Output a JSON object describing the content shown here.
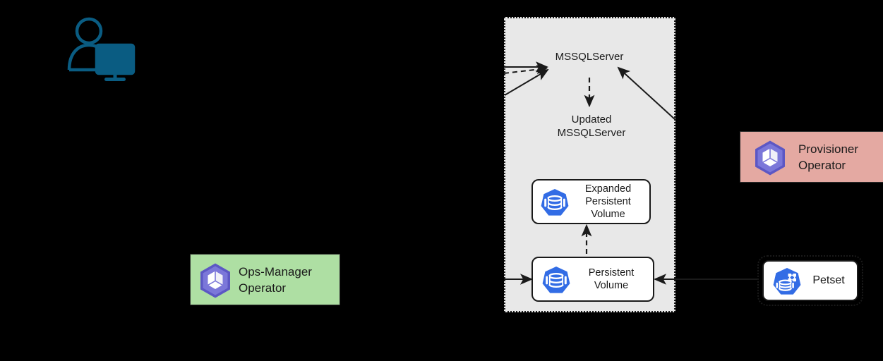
{
  "diagram": {
    "background_color": "#000000",
    "zone": {
      "name": "kubernetes-cluster-zone",
      "fill": "#E8E8E8",
      "border": "#1A1A1A"
    },
    "actor": {
      "icon": "user-at-computer-icon",
      "color": "#0A5C82"
    },
    "labels": [
      {
        "id": "mssqlserver",
        "text": "MSSQLServer"
      },
      {
        "id": "updated-mssqlserver",
        "text": "Updated\nMSSQLServer"
      }
    ],
    "nodes": [
      {
        "id": "expanded-persistent-volume",
        "text": "Expanded\nPersistent\nVolume",
        "icon": "kubernetes-persistent-volume-icon",
        "icon_color": "#326CE5",
        "fill": "#FFFFFF",
        "border": "#1A1A1A"
      },
      {
        "id": "persistent-volume",
        "text": "Persistent\nVolume",
        "icon": "kubernetes-persistent-volume-icon",
        "icon_color": "#326CE5",
        "fill": "#FFFFFF",
        "border": "#1A1A1A"
      },
      {
        "id": "petset",
        "text": "Petset",
        "icon": "kubernetes-statefulset-icon",
        "icon_color": "#326CE5",
        "fill": "#FFFFFF",
        "border": "#1A1A1A"
      }
    ],
    "operators": [
      {
        "id": "ops-manager-operator",
        "text": "Ops-Manager\nOperator",
        "icon": "kubernetes-operator-icon",
        "icon_color": "#7B77D9",
        "fill": "#AEDFA3",
        "border": "#2E2E2E"
      },
      {
        "id": "provisioner-operator",
        "text": "Provisioner\nOperator",
        "icon": "kubernetes-operator-icon",
        "icon_color": "#7B77D9",
        "fill": "#E4A9A2",
        "border": "#2E2E2E"
      }
    ],
    "connectors": [
      {
        "id": "arrow-left-horizontal-to-mssqlserver",
        "style": "solid",
        "direction": "right"
      },
      {
        "id": "arrow-left-dashed-to-mssqlserver",
        "style": "dashed",
        "direction": "right"
      },
      {
        "id": "arrow-left-diagonal-to-mssqlserver",
        "style": "solid",
        "direction": "up-right"
      },
      {
        "id": "arrow-right-diagonal-to-mssqlserver",
        "style": "solid",
        "direction": "up-left"
      },
      {
        "id": "arrow-updated-to-mssqlserver",
        "style": "dashed",
        "direction": "down"
      },
      {
        "id": "arrow-persistent-volume-to-expanded",
        "style": "dashed",
        "direction": "up"
      },
      {
        "id": "arrow-left-into-persistent-volume",
        "style": "solid",
        "direction": "right"
      },
      {
        "id": "arrow-petset-into-persistent-volume",
        "style": "solid",
        "direction": "left"
      }
    ]
  }
}
